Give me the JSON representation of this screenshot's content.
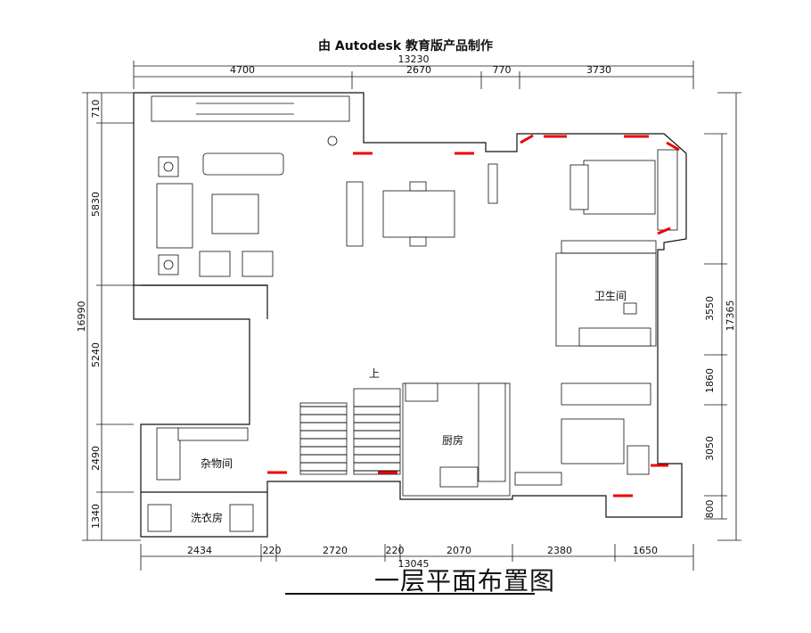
{
  "header": {
    "stamp": "由 Autodesk 教育版产品制作"
  },
  "footer": {
    "plan_title": "一层平面布置图"
  },
  "dimensions": {
    "top_total": "13230",
    "top_segments": [
      "4700",
      "2670",
      "770",
      "3730"
    ],
    "bottom_total": "13045",
    "bottom_segments": [
      "2434",
      "220",
      "2720",
      "220",
      "2070",
      "2380",
      "1650"
    ],
    "left_total": "16990",
    "left_segments": [
      "710",
      "5830",
      "5240",
      "2490",
      "1340"
    ],
    "right_total": "17365",
    "right_segments": [
      "3550",
      "1860",
      "3050",
      "800"
    ]
  },
  "rooms": {
    "stair_up": "上",
    "kitchen": "厨房",
    "storage": "杂物间",
    "laundry": "洗衣房",
    "bathroom": "卫生间"
  },
  "colors": {
    "wall": "#111111",
    "window": "#ee0000",
    "background": "#ffffff"
  }
}
